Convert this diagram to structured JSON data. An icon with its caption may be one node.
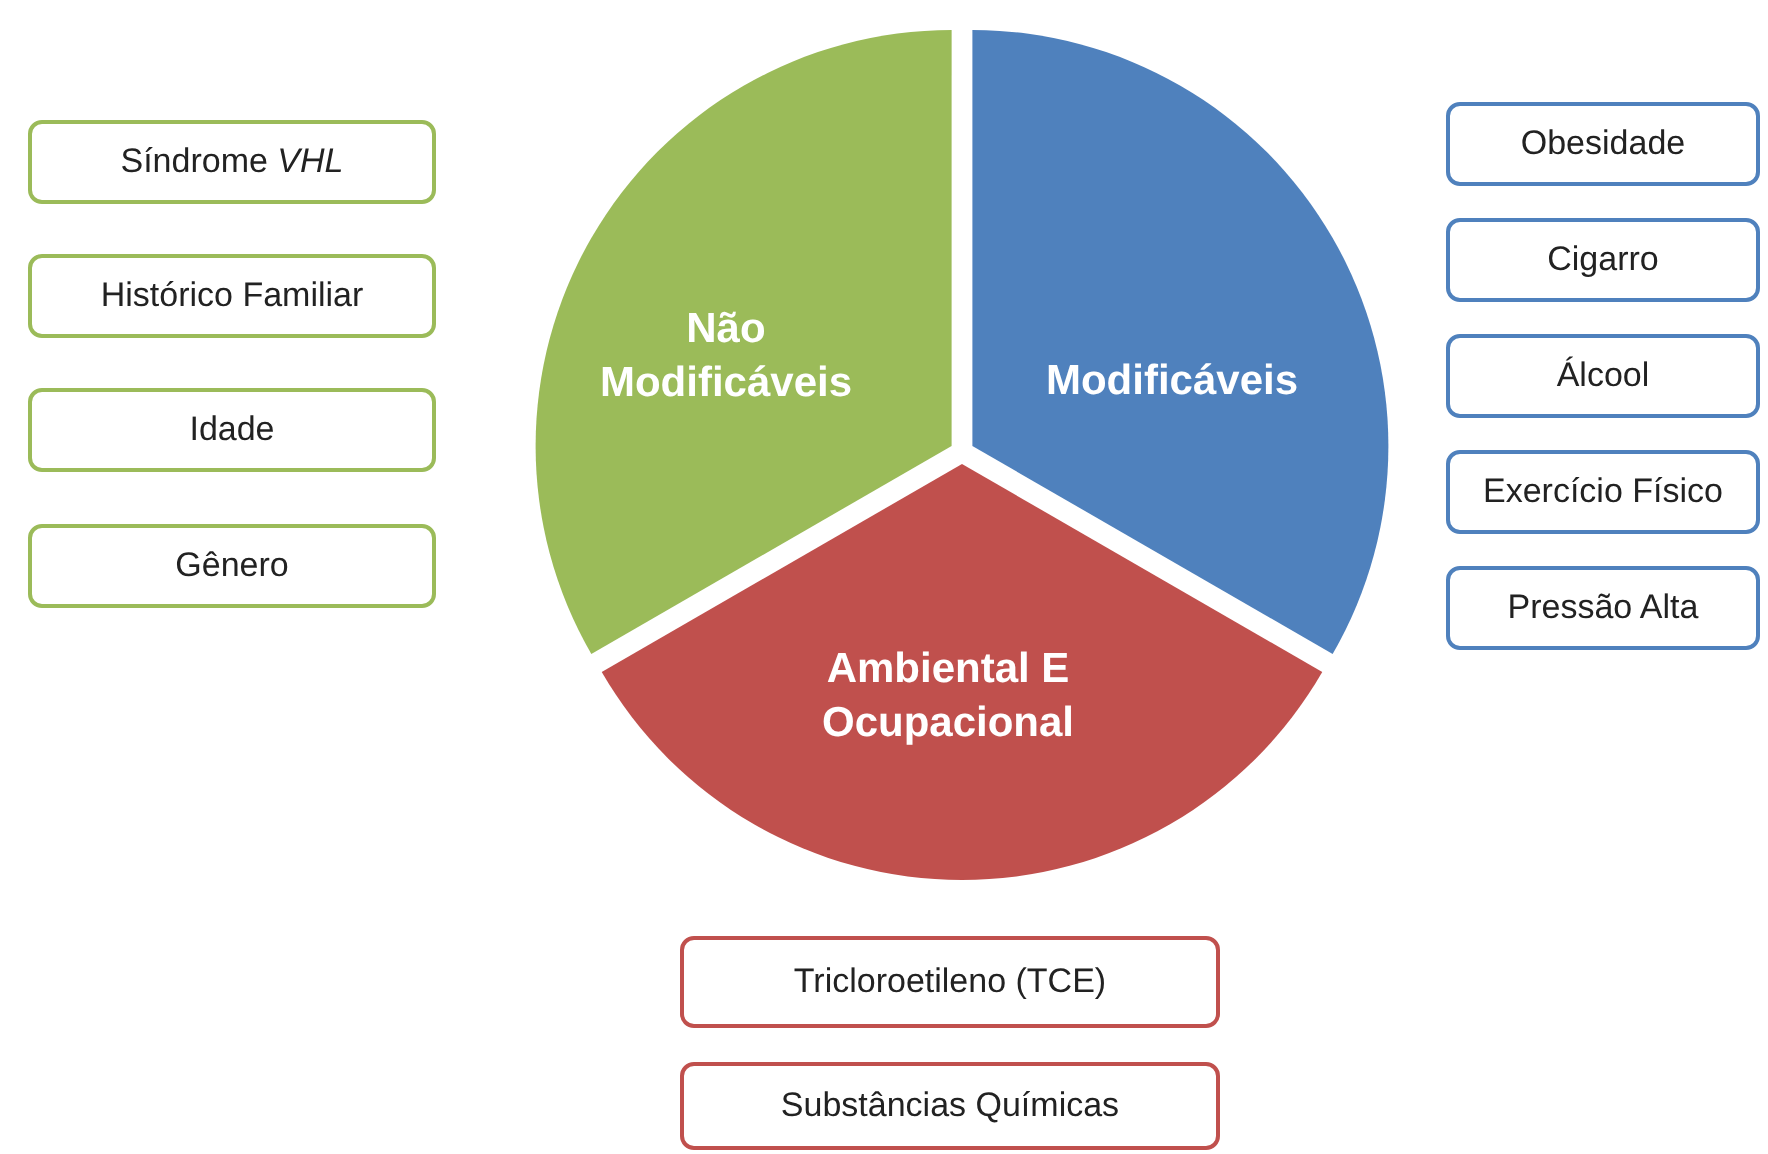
{
  "diagram": {
    "nodes": [
      {
        "text": [
          "Não Modificáveis"
        ]
      },
      {
        "text": [
          "Modificáveis"
        ]
      },
      {
        "text": [
          "Ambiental E Ocupacional"
        ]
      },
      {
        "text": [
          "Síndrome *VHL*"
        ]
      },
      {
        "text": [
          "Histórico Familiar"
        ]
      },
      {
        "text": [
          "Idade"
        ]
      },
      {
        "text": [
          "Gênero"
        ]
      },
      {
        "text": [
          "Obesidade"
        ]
      },
      {
        "text": [
          "Cigarro"
        ]
      },
      {
        "text": [
          "Álcool"
        ]
      },
      {
        "text": [
          "Exercício Físico"
        ]
      },
      {
        "text": [
          "Pressão Alta"
        ]
      },
      {
        "text": [
          "Tricloroetileno (TCE)"
        ]
      },
      {
        "text": [
          "Substâncias Químicas"
        ]
      }
    ]
  }
}
